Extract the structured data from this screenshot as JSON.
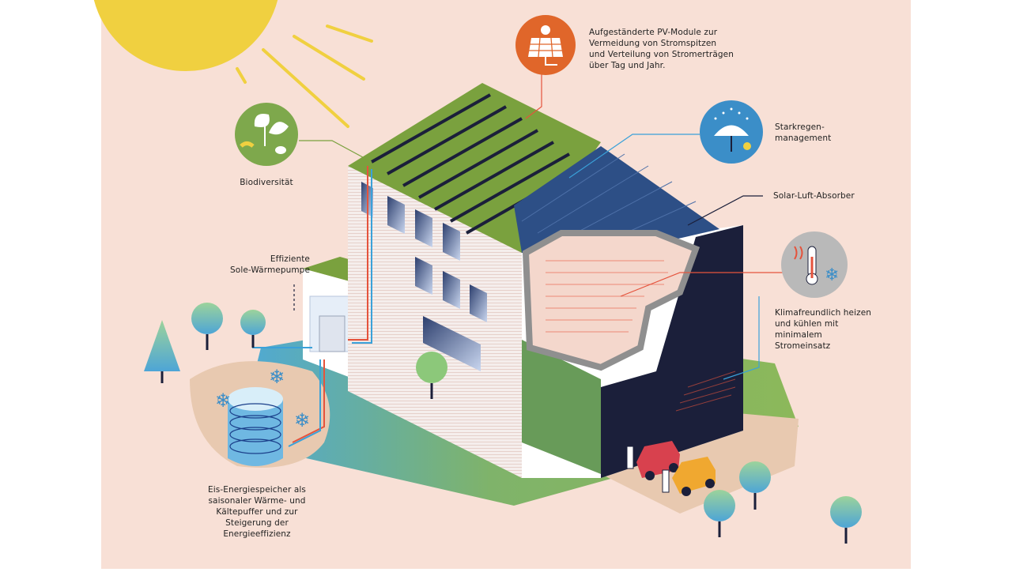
{
  "labels": {
    "pv_modules": "Aufgeständerte PV-Module zur\nVermeidung von Stromspitzen\nund Verteilung von Stromerträgen\nüber Tag und Jahr.",
    "biodiversity": "Biodiversität",
    "rain": "Starkregen-\nmanagement",
    "absorber": "Solar-Luft-Absorber",
    "heat_pump": "Effiziente\nSole-Wärmepumpe",
    "climate": "Klimafreundlich heizen\nund kühlen mit\nminimalem\nStromeinsatz",
    "ice_storage": "Eis-Energiespeicher als\nsaisonaler Wärme- und\nKältepuffer und zur\nSteigerung der\nEnergieeffizienz"
  },
  "icons": {
    "pv": "solar-panel-plug-icon",
    "biodiversity": "plant-bee-worm-icon",
    "rain": "umbrella-rain-icon",
    "climate": "thermometer-snowflake-icon"
  },
  "colors": {
    "background": "#f8e0d6",
    "sun": "#f0d040",
    "pv_circle": "#e0662a",
    "bio_circle": "#7ea84c",
    "rain_circle": "#3b8ec8",
    "climate_circle": "#b9b9b9",
    "roof_green": "#7aa13e",
    "solar_blue": "#2d4f86",
    "wall": "#f6f0ee",
    "dark": "#1b1f3a",
    "ground": "#86ad58",
    "path": "#e8c9b0",
    "heat_line": "#e5533c",
    "cold_line": "#3aa1d9"
  }
}
